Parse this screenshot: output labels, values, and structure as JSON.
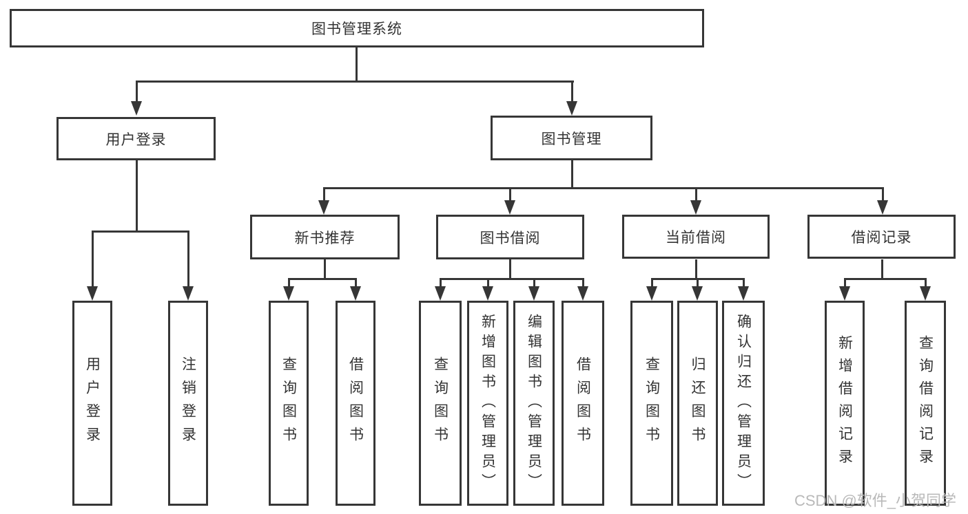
{
  "diagram": {
    "title": "图书管理系统",
    "level2": [
      "用户登录",
      "图书管理"
    ],
    "level3": [
      "新书推荐",
      "图书借阅",
      "当前借阅",
      "借阅记录"
    ],
    "leaves": {
      "login": [
        "用户登录",
        "注销登录"
      ],
      "recommend": [
        "查询图书",
        "借阅图书"
      ],
      "borrow": [
        "查询图书",
        "新增图书（管理员）",
        "编辑图书（管理员）",
        "借阅图书"
      ],
      "current": [
        "查询图书",
        "归还图书",
        "确认归还（管理员）"
      ],
      "records": [
        "新增借阅记录",
        "查询借阅记录"
      ]
    },
    "watermark": "CSDN @软件_小贺同学",
    "colors": {
      "line": "#363636",
      "text": "#333333",
      "watermark": "#b9b9b9",
      "background": "#ffffff"
    }
  }
}
